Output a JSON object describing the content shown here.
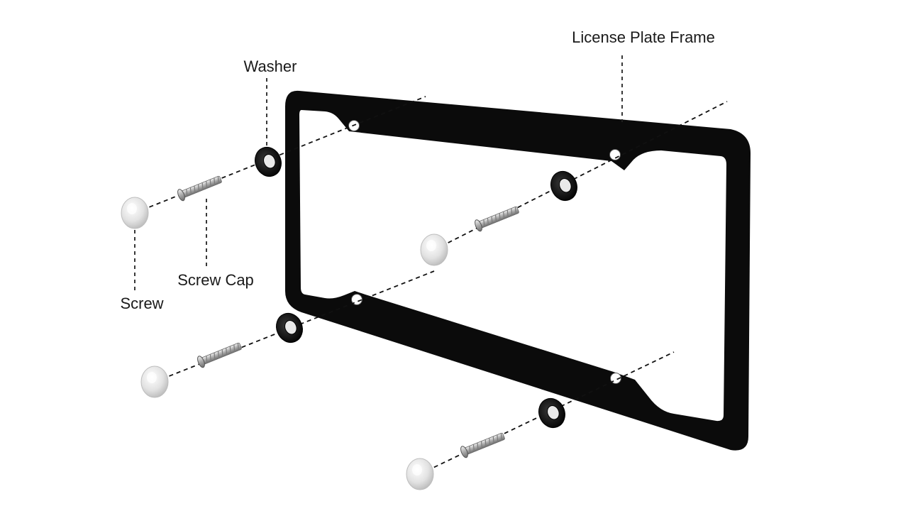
{
  "labels": {
    "license_plate_frame": "License Plate Frame",
    "washer": "Washer",
    "screw_cap": "Screw Cap",
    "screw": "Screw"
  },
  "colors": {
    "frame": "#0a0a0a",
    "washer": "#111111",
    "screw": "#b8b8b8",
    "cap": "#e6e6e6",
    "line": "#222222"
  },
  "parts": {
    "frame_icon": "license-plate-frame",
    "washer_icon": "washer-ring",
    "screw_icon": "threaded-screw",
    "cap_icon": "screw-cap-dome"
  }
}
